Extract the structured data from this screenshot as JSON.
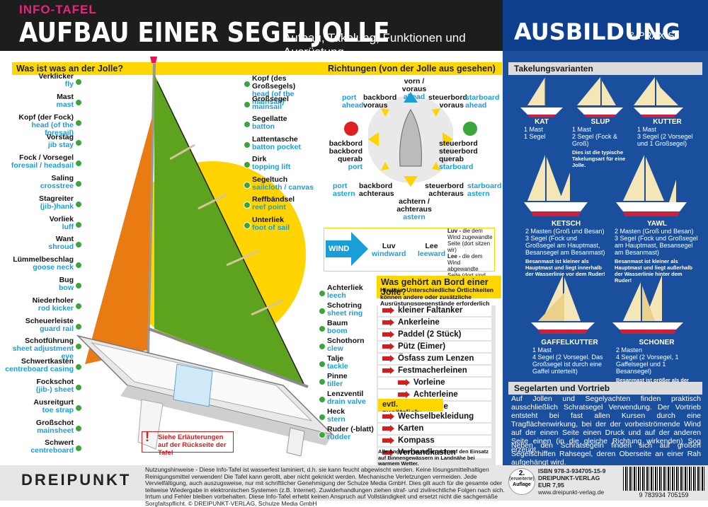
{
  "header": {
    "tag": "INFO-TAFEL",
    "title": "AUFBAU EINER SEGELJOLLE",
    "subtitle": "Aufbau, Takelung, Funktionen und Ausrüstung",
    "series_title": "AUSBILDUNG",
    "series_sub": "& PRAXIS"
  },
  "jolle": {
    "heading": "Was ist was an der Jolle?",
    "left_labels": [
      {
        "de": "Verklicker",
        "en": "fly"
      },
      {
        "de": "Mast",
        "en": "mast"
      },
      {
        "de": "Kopf (der Fock)",
        "en": "head (of the foresail)"
      },
      {
        "de": "Vorstag",
        "en": "jib stay"
      },
      {
        "de": "Fock / Vorsegel",
        "en": "foresail / headsail"
      },
      {
        "de": "Saling",
        "en": "crosstree"
      },
      {
        "de": "Stagreiter",
        "en": "(jib-)hank"
      },
      {
        "de": "Vorliek",
        "en": "luff"
      },
      {
        "de": "Want",
        "en": "shroud"
      },
      {
        "de": "Lümmelbeschlag",
        "en": "goose neck"
      },
      {
        "de": "Bug",
        "en": "bow"
      },
      {
        "de": "Niederholer",
        "en": "rod kicker"
      },
      {
        "de": "Scheuerleiste",
        "en": "guard rail"
      },
      {
        "de": "Schotführung",
        "en": "sheet adjustment eye"
      },
      {
        "de": "Schwertkasten",
        "en": "centreboard casing"
      },
      {
        "de": "Fockschot",
        "en": "(jib-) sheet"
      },
      {
        "de": "Ausreitgurt",
        "en": "toe strap"
      },
      {
        "de": "Großschot",
        "en": "mainsheet"
      },
      {
        "de": "Schwert",
        "en": "centreboard"
      }
    ],
    "right_labels": [
      {
        "de": "Kopf (des Großsegels)",
        "en": "head (of the mainsail)"
      },
      {
        "de": "Großsegel",
        "en": "mainsail"
      },
      {
        "de": "Segellatte",
        "en": "batton"
      },
      {
        "de": "Lattentasche",
        "en": "batton pocket"
      },
      {
        "de": "Dirk",
        "en": "topping lift"
      },
      {
        "de": "Segeltuch",
        "en": "sailcloth / canvas"
      },
      {
        "de": "Reffbändsel",
        "en": "reef point"
      },
      {
        "de": "Unterliek",
        "en": "foot of sail"
      }
    ],
    "right2_labels": [
      {
        "de": "Achterliek",
        "en": "leech"
      },
      {
        "de": "Schotring",
        "en": "sheet ring"
      },
      {
        "de": "Baum",
        "en": "boom"
      },
      {
        "de": "Schothorn",
        "en": "clew"
      },
      {
        "de": "Talje",
        "en": "tackle"
      },
      {
        "de": "Pinne",
        "en": "tiller"
      },
      {
        "de": "Lenzventil",
        "en": "drain valve"
      },
      {
        "de": "Heck",
        "en": "stern"
      },
      {
        "de": "Ruder (-blatt)",
        "en": "rudder"
      }
    ],
    "note": "Siehe Erläuterungen auf der Rückseite der Tafel"
  },
  "richtungen": {
    "heading": "Richtungen (von der Jolle aus gesehen)",
    "vorn": {
      "de": "vorn / voraus",
      "en": "ahead"
    },
    "bb_voraus": {
      "de": "backbord voraus",
      "en": "port ahead",
      "de2": "backbord\nvoraus"
    },
    "stb_voraus": {
      "de": "steuerbord voraus",
      "en": "starboard ahead"
    },
    "bb_querab": {
      "de": "backbord backbord querab",
      "en": "port"
    },
    "stb_querab": {
      "de": "steuerbord steuerbord querab",
      "en": "starboard"
    },
    "bb_achteraus": {
      "de": "backbord achteraus",
      "en": "port astern"
    },
    "stb_achteraus": {
      "de": "steuerbord achteraus",
      "en": "starboard astern"
    },
    "achtern": {
      "de": "achtern / achteraus",
      "en": "astern"
    },
    "port_word": "port",
    "ahead_word": "ahead",
    "starboard_word": "starboard",
    "astern_word": "astern",
    "backbord_voraus": "backbord voraus",
    "steuerbord_voraus": "steuerbord voraus"
  },
  "wind": {
    "arrow": "WIND",
    "luv": {
      "de": "Luv",
      "en": "windward"
    },
    "lee": {
      "de": "Lee",
      "en": "leeward"
    },
    "luv_desc_b": "Luv -",
    "luv_desc": "die dem Wind zugewandte Seite (dort sitzen wir)",
    "lee_desc_b": "Lee -",
    "lee_desc": "die dem Wind abgewandte Seite (dort sind die Segel)"
  },
  "bord": {
    "heading": "Was gehört an Bord einer Jolle?",
    "hint": "Hinweis: Unterschiedliche Örtlichkeiten können andere oder zusätzliche Ausrüstungsgegenstände erforderlich machen.",
    "items": [
      "kleiner Faltanker",
      "Ankerleine",
      "Paddel (2 Stück)",
      "Pütz (Eimer)",
      "Ösfass zum Lenzen",
      "Festmacherleinen"
    ],
    "sub_items": [
      "Vorleine",
      "Achterleine"
    ],
    "last_item": "Schleppleine",
    "extra_heading": "evtl. zusätzlich:",
    "extra": [
      "Wechselbekleidung",
      "Karten",
      "Kompass",
      "Verbandkasten"
    ],
    "footnote": "Alle Angaben beziehen sich auf den Einsatz auf Binnengewässern in Landnähe bei warmem Wetter."
  },
  "takelung": {
    "heading": "Takelungsvarianten",
    "kat": {
      "name": "KAT",
      "lines": [
        "1 Mast",
        "1 Segel"
      ]
    },
    "slup": {
      "name": "SLUP",
      "lines": [
        "1 Mast",
        "2 Segel (Fock & Groß)"
      ],
      "note": "Dies ist die typische Takelungsart für eine Jolle."
    },
    "kutter": {
      "name": "KUTTER",
      "lines": [
        "1 Mast",
        "3 Segel (2 Vorsegel und 1 Großsegel)"
      ]
    },
    "ketsch": {
      "name": "KETSCH",
      "lines": [
        "2 Masten (Groß und Besan)",
        "3 Segel (Fock und Großsegel am Hauptmast, Besansegel am Besanmast)"
      ],
      "note": "Besanmast ist kleiner als Hauptmast und liegt innerhalb der Wasserlinie vor dem Ruder!"
    },
    "yawl": {
      "name": "YAWL",
      "lines": [
        "2 Masten (Groß und Besan)",
        "3 Segel (Fock und Großsegel am Hauptmast, Besansegel am Besanmast)"
      ],
      "note": "Besanmast ist kleiner als Hauptmast und liegt außerhalb der Wasserlinie hinter dem Ruder!"
    },
    "gaffel": {
      "name": "GAFFELKUTTER",
      "lines": [
        "1 Mast",
        "4 Segel (2 Vorsegel. Das Großsegel ist durch eine Gaffel unterteilt)"
      ]
    },
    "schoner": {
      "name": "SCHONER",
      "lines": [
        "2 Masten",
        "4 Segel (2 Vorsegel, 1 Gaffelsegel und 1 Besansegel)"
      ],
      "note": "Besanmast ist größer als der (vordere) Hauptmast."
    }
  },
  "segelarten": {
    "heading": "Segelarten und Vortrieb",
    "p1": "Auf Jollen und Segelyachten finden praktisch ausschließlich Schratsegel Verwendung. Der Vortrieb entsteht bei fast allen Kursen durch eine Tragflächenwirkung, bei der der vorbeiströmende Wind auf der einen Seite einen Druck und auf der anderen Seite einen (in die gleiche Richtung wirkenden) Sog erzeugt.",
    "p2": "Neben den Schratsegeln finden sich auf großen Segelschiffen Rahsegel, deren Oberseite an einer Rah aufgehängt wird."
  },
  "footer": {
    "brand": "DREIPUNKT",
    "note": "Nutzungshinweise - Diese Info-Tafel ist wasserfest laminiert, d.h. sie kann feucht abgewischt werden. Keine lösungsmittelhaltigen Reinigungsmittel verwenden! Die Tafel kann gerollt, aber nicht geknickt werden. Mechanische Verletzungen vermeiden. Jede Vervielfältigung, auch auszugsweise, nur mit schriftlicher Genehmigung der Schulze Media GmbH. Dies gilt auch für die gesamte oder teilweise Wiedergabe in elektronischen Systemen (z.B. Internet). Zuwiderhandlungen ziehen straf- und zivilrechtliche Folgen nach sich. Irrtum und Fehler bleiben vorbehalten. Diese Info-Tafel erhebt keinen Anspruch auf Vollständigkeit und ersetzt nicht die sachgemäße Sorgfaltspflicht. © DREIPUNKT-VERLAG, Schulze Media GmbH",
    "edition_num": "2.",
    "edition_txt1": "(erweiterte)",
    "edition_txt2": "Auflage",
    "isbn": "ISBN  978-3-934705-15-9",
    "publisher": "DREIPUNKT-VERLAG",
    "price": "EUR 7,95",
    "url": "www.dreipunkt-verlag.de",
    "barcode_digits": "9 783934 705159"
  }
}
